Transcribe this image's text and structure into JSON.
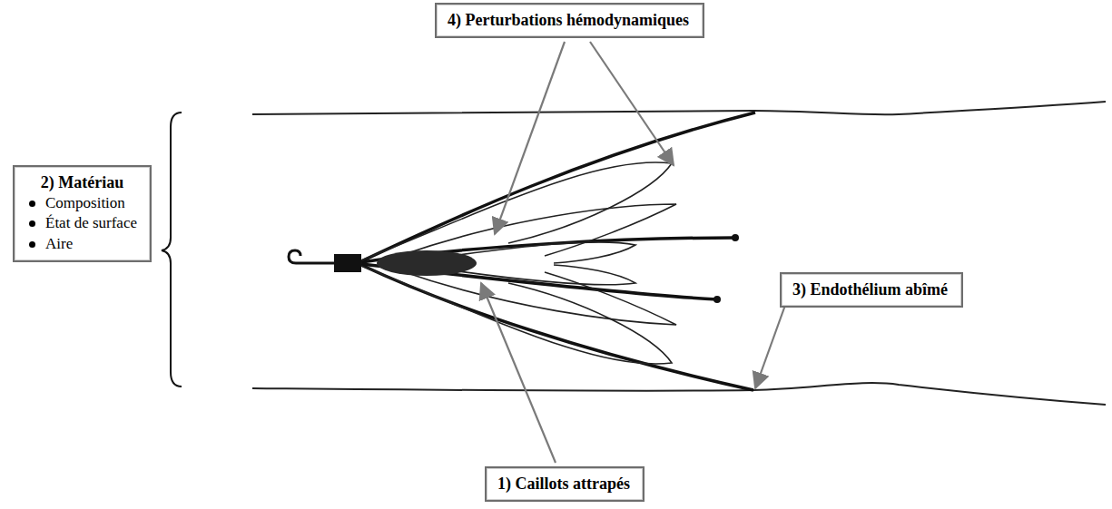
{
  "diagram": {
    "nodes": [
      {
        "text": [
          "4) Perturbations hémodynamiques"
        ]
      },
      {
        "text": [
          "2) Matériau",
          "Composition",
          "État de surface",
          "Aire"
        ]
      },
      {
        "text": [
          "3) Endothélium abîmé"
        ]
      },
      {
        "text": [
          "1) Caillots attrapés"
        ]
      }
    ]
  }
}
